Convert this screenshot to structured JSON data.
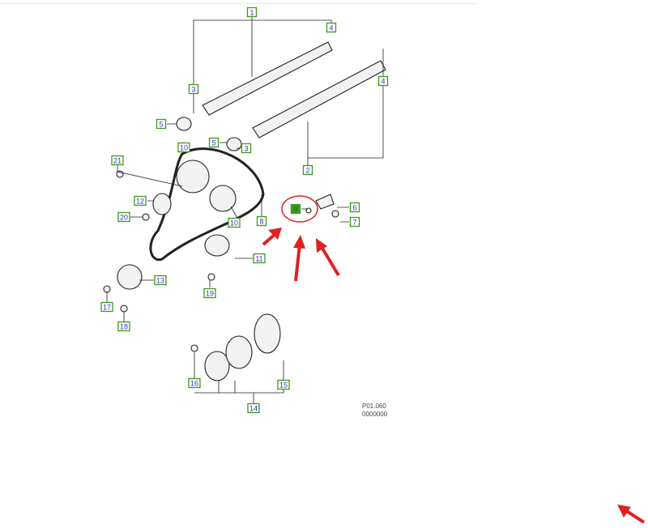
{
  "diagram": {
    "labels": [
      "1",
      "4",
      "3",
      "5",
      "5",
      "3",
      "2",
      "4",
      "10",
      "21",
      "12",
      "20",
      "10",
      "8",
      "9",
      "6",
      "7",
      "11",
      "13",
      "19",
      "17",
      "18",
      "16",
      "14",
      "15"
    ],
    "selected_label": "9",
    "ref_code": "P01.060",
    "ref_number": "0000000",
    "accent": "#3a9a1a",
    "annotation_color": "#e02020"
  }
}
